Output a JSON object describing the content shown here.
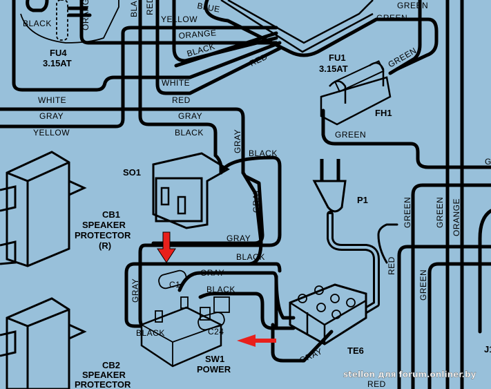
{
  "colors": {
    "background": "#98c0da",
    "wire": "#000000",
    "arrow": "#e8201c"
  },
  "wire_labels": [
    "BLACK",
    "ORANGE",
    "BLA",
    "RED",
    "BLUE",
    "YELLOW",
    "ORANGE",
    "BLACK",
    "RED",
    "WHITE",
    "WHITE",
    "RED",
    "GRAY",
    "GRAY",
    "YELLOW",
    "BLACK",
    "GRAY",
    "BLACK",
    "GRAY",
    "GRAY",
    "BLACK",
    "GRAY",
    "GRAY",
    "BLACK",
    "BLACK",
    "GRAY",
    "RED",
    "GREEN",
    "GREEN",
    "GREEN",
    "GREEN",
    "GREEN",
    "GREEN",
    "ORANGE",
    "RED",
    "GREEN",
    "G"
  ],
  "components": {
    "fu4": {
      "name": "FU4",
      "rating": "3.15AT"
    },
    "fu1": {
      "name": "FU1",
      "rating": "3.15AT"
    },
    "fh1": "FH1",
    "so1": "SO1",
    "p1": "P1",
    "cb1": {
      "name": "CB1",
      "line1": "SPEAKER",
      "line2": "PROTECTOR",
      "line3": "(R)"
    },
    "cb2": {
      "name": "CB2",
      "line1": "SPEAKER",
      "line2": "PROTECTOR"
    },
    "c1": "C1",
    "c24": "C24",
    "sw1": {
      "name": "SW1",
      "line2": "POWER"
    },
    "te6": "TE6",
    "j1": "J1"
  },
  "watermark": "stellon для forum.onliner.by"
}
